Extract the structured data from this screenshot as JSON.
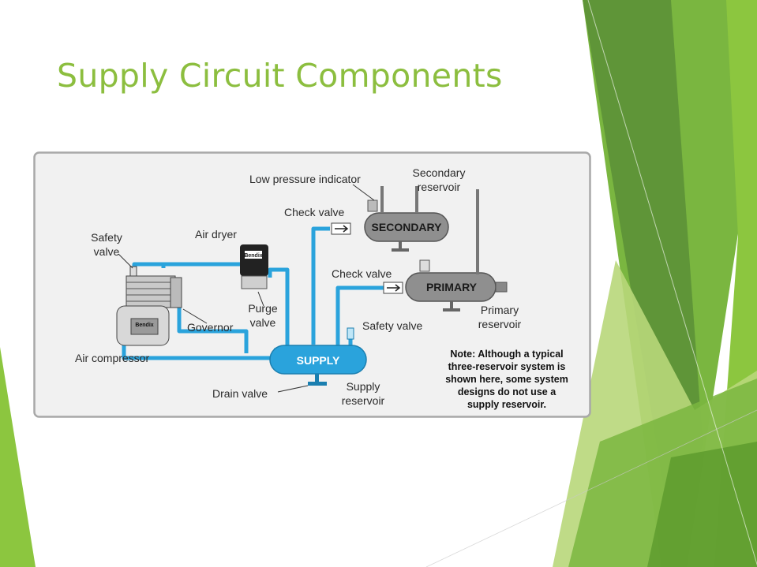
{
  "slide": {
    "title": "Supply Circuit Components"
  },
  "diagram": {
    "labels": {
      "low_pressure_indicator": "Low pressure indicator",
      "secondary_reservoir_1": "Secondary",
      "secondary_reservoir_2": "reservoir",
      "check_valve_top": "Check valve",
      "safety_valve_left_1": "Safety",
      "safety_valve_left_2": "valve",
      "air_dryer": "Air dryer",
      "check_valve_mid": "Check valve",
      "purge_valve_1": "Purge",
      "purge_valve_2": "valve",
      "governor": "Governor",
      "safety_valve_right": "Safety valve",
      "primary_reservoir_1": "Primary",
      "primary_reservoir_2": "reservoir",
      "air_compressor": "Air compressor",
      "drain_valve": "Drain valve",
      "supply_reservoir_1": "Supply",
      "supply_reservoir_2": "reservoir"
    },
    "tanks": {
      "secondary": "SECONDARY",
      "primary": "PRIMARY",
      "supply": "SUPPLY"
    },
    "brand_mark": "Bendix",
    "note_lines": [
      "Note: Although a typical",
      "three-reservoir system is",
      "shown here, some system",
      "designs do not use a",
      "supply reservoir."
    ],
    "colors": {
      "line_blue": "#2aa3dc",
      "tank_gray": "#8a8a8a",
      "frame": "#a8a8a8"
    }
  },
  "theme": {
    "accent_dark": "#5a9a2e",
    "accent_mid": "#7ab640",
    "accent_light": "#c6de93"
  }
}
